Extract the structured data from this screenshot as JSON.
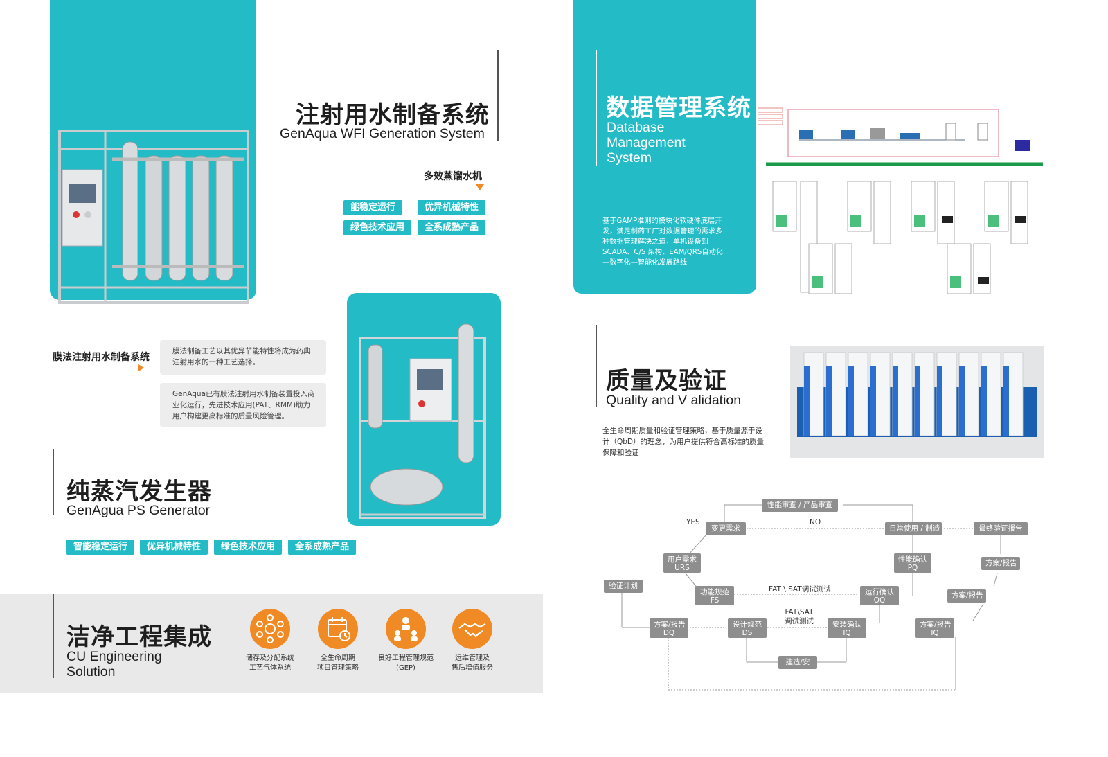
{
  "wfi": {
    "title_zh": "注射用水制备系统",
    "title_en": "GenAqua WFI Generation System",
    "subtitle": "多效蒸馏水机",
    "tags": [
      "能稳定运行",
      "优异机械特性",
      "绿色技术应用",
      "全系成熟产品"
    ]
  },
  "membrane": {
    "title": "膜法注射用水制备系统",
    "para1": "膜法制备工艺以其优异节能特性将成为药典注射用水的一种工艺选择。",
    "para2": "GenAqua已有膜法注射用水制备装置投入商业化运行，先进技术应用(PAT、RMM)助力用户构建更高标准的质量风险管理。"
  },
  "ps": {
    "title_zh": "纯蒸汽发生器",
    "title_en": "GenAgua PS Generator",
    "tags": [
      "智能稳定运行",
      "优异机械特性",
      "绿色技术应用",
      "全系成熟产品"
    ]
  },
  "cu": {
    "title_zh": "洁净工程集成",
    "title_en_1": "CU Engineering",
    "title_en_2": "Solution",
    "icons": [
      {
        "name": "network-icon",
        "line1": "储存及分配系统",
        "line2": "工艺气体系统"
      },
      {
        "name": "calendar-icon",
        "line1": "全生命周期",
        "line2": "项目管理策略"
      },
      {
        "name": "team-icon",
        "line1": "良好工程管理规范",
        "line2": "(GEP)"
      },
      {
        "name": "handshake-icon",
        "line1": "运维管理及",
        "line2": "售后增值服务"
      }
    ]
  },
  "dms": {
    "title_zh": "数据管理系统",
    "title_en_1": "Database",
    "title_en_2": "Management",
    "title_en_3": "System",
    "para": "基于GAMP准则的模块化软硬件底层开发，满足制药工厂对数据管理的需求多种数据管理解决之道，单机设备到SCADA、C/S 架构、EAM/QRS自动化—数字化—智能化发展路线"
  },
  "quality": {
    "title_zh": "质量及验证",
    "title_en": "Quality and V alidation",
    "para": "全生命周期质量和验证管理策略，基于质量源于设计（QbD）的理念，为用户提供符合高标准的质量保障和验证"
  },
  "flow": {
    "review": "性能审查 / 产品审查",
    "yes": "YES",
    "no": "NO",
    "change": "变更需求",
    "daily": "日常使用 / 制造",
    "final_report": "最终验证报告",
    "urs_1": "用户需求",
    "urs_2": "URS",
    "pq_1": "性能确认",
    "pq_2": "PQ",
    "plan_report_r1": "方案/报告",
    "vplan": "验证计划",
    "fs_1": "功能规范",
    "fs_2": "FS",
    "fat_sat_1": "FAT \\ SAT调试测试",
    "oq_1": "运行确认",
    "oq_2": "OQ",
    "plan_report_r2": "方案/报告",
    "fat_sat_2a": "FAT\\SAT",
    "fat_sat_2b": "调试测试",
    "dq_1": "方案/报告",
    "dq_2": "DQ",
    "ds_1": "设计规范",
    "ds_2": "DS",
    "iq_1": "安装确认",
    "iq_2": "IQ",
    "iq2_1": "方案/报告",
    "iq2_2": "IQ",
    "build": "建造/安"
  },
  "colors": {
    "teal": "#23bcc6",
    "orange": "#f08a24",
    "gray_box": "#8e8e8e",
    "band": "#e9e9e9"
  }
}
